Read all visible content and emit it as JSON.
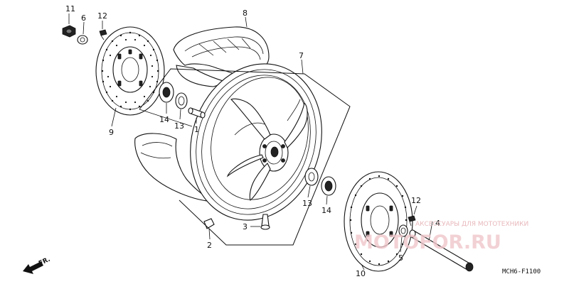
{
  "diagram": {
    "callouts": [
      {
        "id": "11",
        "label": "11"
      },
      {
        "id": "6",
        "label": "6"
      },
      {
        "id": "12-top",
        "label": "12"
      },
      {
        "id": "8",
        "label": "8"
      },
      {
        "id": "7",
        "label": "7"
      },
      {
        "id": "14-left",
        "label": "14"
      },
      {
        "id": "13-left",
        "label": "13"
      },
      {
        "id": "1",
        "label": "1"
      },
      {
        "id": "9",
        "label": "9"
      },
      {
        "id": "13-right",
        "label": "13"
      },
      {
        "id": "14-right",
        "label": "14"
      },
      {
        "id": "12-right",
        "label": "12"
      },
      {
        "id": "4",
        "label": "4"
      },
      {
        "id": "3",
        "label": "3"
      },
      {
        "id": "2",
        "label": "2"
      },
      {
        "id": "5",
        "label": "5"
      },
      {
        "id": "10",
        "label": "10"
      }
    ],
    "direction_marker": "FR.",
    "diagram_code": "MCH6-F1100",
    "watermark": {
      "small_text": "АКСЕССУАРЫ ДЛЯ МОТОТЕХНИКИ",
      "brand": "MOTOFOR.RU"
    }
  }
}
